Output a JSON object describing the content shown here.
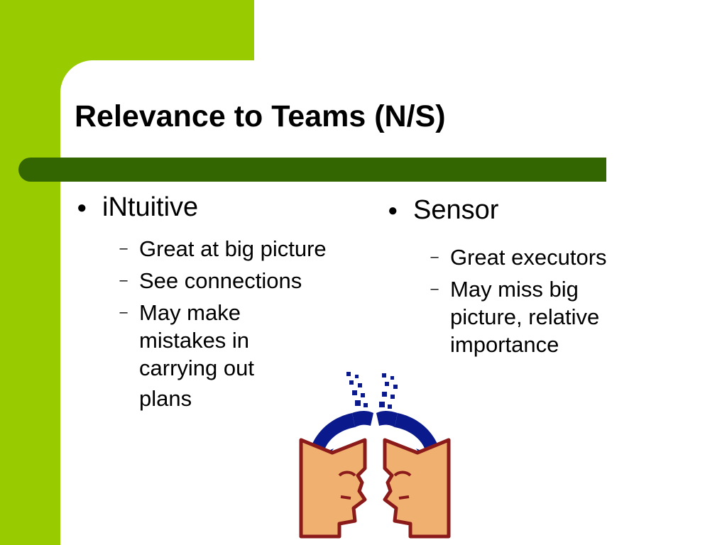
{
  "slide": {
    "title": "Relevance to Teams (N/S)",
    "left": {
      "heading": "iNtuitive",
      "items": [
        "Great at big picture",
        "See connections",
        "May make mistakes in carrying out",
        "plans"
      ]
    },
    "right": {
      "heading": "Sensor",
      "items": [
        "Great executors",
        "May miss big picture, relative importance"
      ]
    },
    "bullet_glyph": "●",
    "dash_glyph": "–",
    "clipart_icon": "two-heads-exchange-icon"
  },
  "colors": {
    "accent_green": "#99cc00",
    "bar_green": "#336600",
    "arrow_blue": "#0a1a8c",
    "face_fill": "#f0b070",
    "face_outline": "#8b1a1a"
  }
}
